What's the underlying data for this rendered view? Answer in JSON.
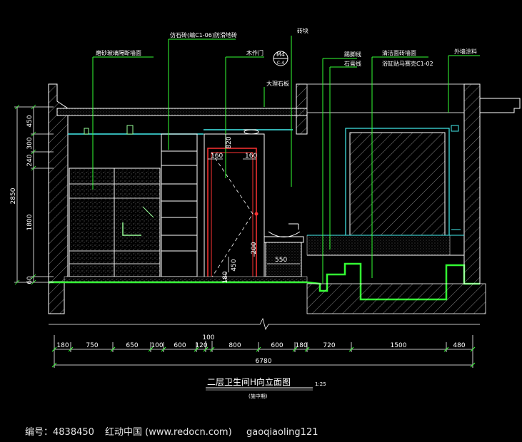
{
  "drawing": {
    "title": "二层卫生间H向立面图",
    "scale": "1:25",
    "subtitle": "(施中期)",
    "marker_top": "M4",
    "marker_bottom": "C-4"
  },
  "annotations": [
    {
      "text": "仿石砖(编C1-06)防滑地砖"
    },
    {
      "text": "砖块"
    },
    {
      "text": "磨砂玻璃隔断墙面"
    },
    {
      "text": "木作门"
    },
    {
      "text": "大理石板"
    },
    {
      "text": "踢脚线"
    },
    {
      "text": "石膏线"
    },
    {
      "text": "清洁面砖墙面"
    },
    {
      "text": "浴缸贴马赛克C1-02"
    },
    {
      "text": "外墙涂料"
    }
  ],
  "dimensions": {
    "bottom_row": [
      "180",
      "750",
      "650",
      "100",
      "600",
      "120",
      "800",
      "600",
      "180",
      "720",
      "1500",
      "480"
    ],
    "extra_top": "100",
    "total": "6780",
    "left_stack": [
      "450",
      "300",
      "240",
      "1800",
      "60"
    ],
    "left_total": "2850",
    "door": [
      "160",
      "160",
      "820"
    ],
    "vanity": [
      "200",
      "450",
      "550",
      "180"
    ]
  },
  "footer": {
    "id": "编号：4838450",
    "site": "红动中国 (www.redocn.com)",
    "author": "gaoqiaoling121"
  }
}
